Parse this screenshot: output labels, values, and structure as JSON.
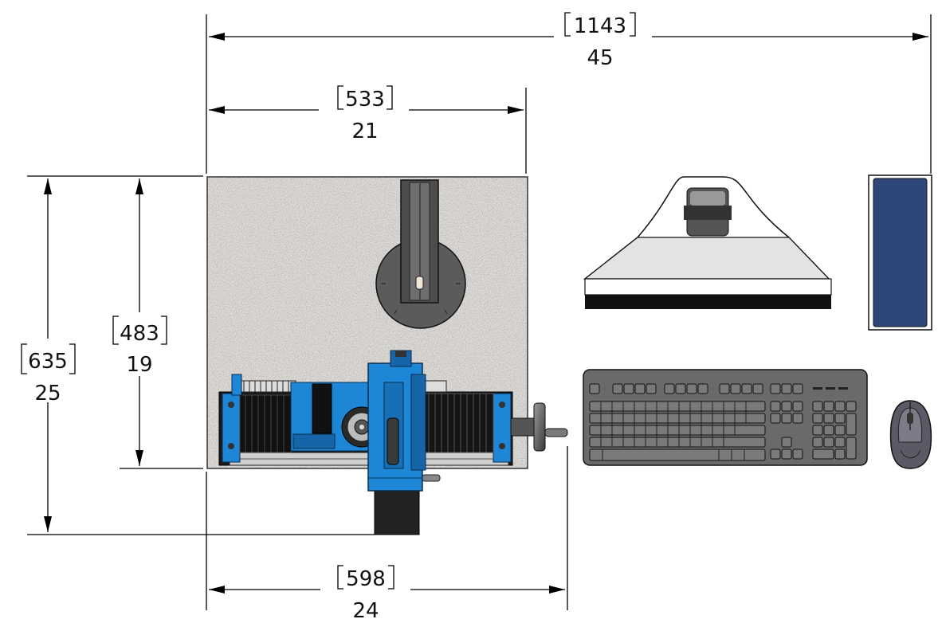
{
  "dimensions": {
    "overall_width": {
      "mm": "1143",
      "in": "45"
    },
    "granite_width": {
      "mm": "533",
      "in": "21"
    },
    "overall_depth": {
      "mm": "635",
      "in": "25"
    },
    "granite_depth": {
      "mm": "483",
      "in": "19"
    },
    "machine_width": {
      "mm": "598",
      "in": "24"
    }
  },
  "colors": {
    "granite": "#8e8a84",
    "machine_blue": "#1e86d6",
    "tower_blue": "#2f4778",
    "keyboard": "#6a6a6a",
    "monitor_panel": "#e3e3e3"
  }
}
